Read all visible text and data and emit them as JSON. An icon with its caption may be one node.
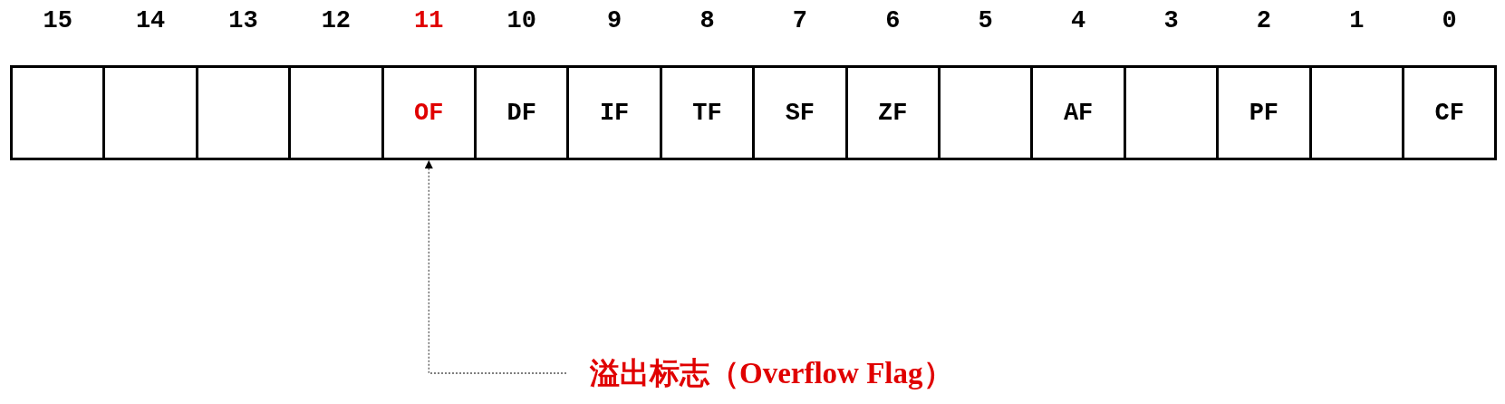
{
  "diagram": {
    "nodes": [
      {
        "text": [],
        "shape": "box"
      },
      {
        "text": [],
        "shape": "box"
      },
      {
        "text": [],
        "shape": "box"
      },
      {
        "text": [],
        "shape": "box"
      },
      {
        "text": [
          "OF"
        ]
      },
      {
        "text": [
          "DF"
        ]
      },
      {
        "text": [
          "IF"
        ]
      },
      {
        "text": [
          "TF"
        ]
      },
      {
        "text": [
          "SF"
        ]
      },
      {
        "text": [
          "ZF"
        ]
      },
      {
        "text": [],
        "shape": "box"
      },
      {
        "text": [
          "AF"
        ]
      },
      {
        "text": [],
        "shape": "box"
      },
      {
        "text": [
          "PF"
        ]
      },
      {
        "text": [],
        "shape": "box"
      },
      {
        "text": [
          "CF"
        ]
      },
      {
        "text": [
          "溢出标志（Overflow Flag）"
        ]
      }
    ],
    "edges": [
      {
        "from": 16,
        "to": 4,
        "arrow": "to",
        "style": "dashed"
      }
    ],
    "labels": [
      "15",
      "14",
      "13",
      "12",
      "11",
      "10",
      "9",
      "8",
      "7",
      "6",
      "5",
      "4",
      "3",
      "2",
      "1",
      "0"
    ]
  }
}
